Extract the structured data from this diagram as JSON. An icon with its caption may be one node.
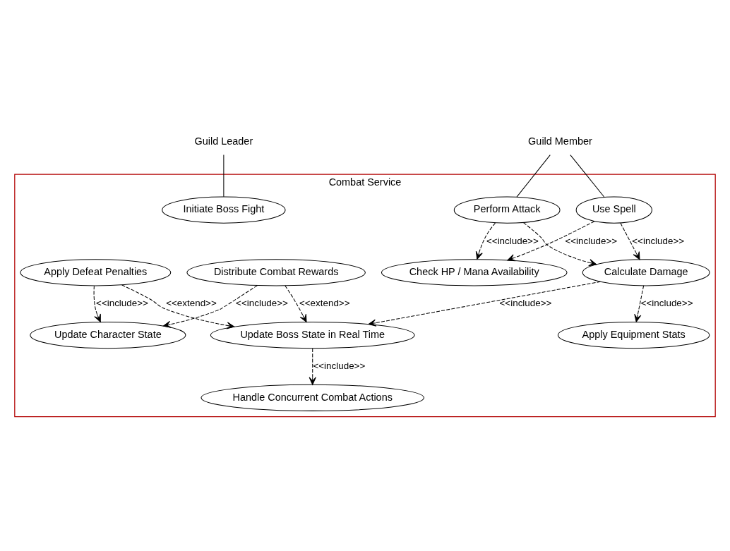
{
  "diagram": {
    "nodes": [
      {
        "text": [
          "Combat Service"
        ]
      },
      {
        "text": [
          "Guild Leader"
        ]
      },
      {
        "text": [
          "Guild Member"
        ]
      },
      {
        "text": [
          "Initiate Boss Fight"
        ],
        "in": 0
      },
      {
        "text": [
          "Perform Attack"
        ],
        "in": 0
      },
      {
        "text": [
          "Check HP / Mana Availability"
        ],
        "in": 0
      },
      {
        "text": [
          "Use Spell"
        ],
        "in": 0
      },
      {
        "text": [
          "Calculate Damage"
        ],
        "in": 0
      },
      {
        "text": [
          "Apply Equipment Stats"
        ],
        "in": 0
      },
      {
        "text": [
          "Distribute Combat Rewards"
        ],
        "in": 0
      },
      {
        "text": [
          "Update Boss State in Real Time"
        ],
        "in": 0
      },
      {
        "text": [
          "Handle Concurrent Combat Actions"
        ],
        "in": 0
      },
      {
        "text": [
          "Update Character State"
        ],
        "in": 0
      },
      {
        "text": [
          "Apply Defeat Penalties"
        ],
        "in": 0
      }
    ],
    "edges": [
      {
        "from": 1,
        "to": 3,
        "arrow": "none"
      },
      {
        "from": 2,
        "to": 4,
        "arrow": "none"
      },
      {
        "from": 2,
        "to": 6,
        "arrow": "none"
      },
      {
        "from": 4,
        "to": 5,
        "arrow": "to",
        "style": "dashed",
        "label": "<<include>>"
      },
      {
        "from": 4,
        "to": 7,
        "arrow": "to",
        "style": "dashed"
      },
      {
        "from": 6,
        "to": 5,
        "arrow": "to",
        "style": "dashed",
        "label": "<<include>>"
      },
      {
        "from": 6,
        "to": 7,
        "arrow": "to",
        "style": "dashed",
        "label": "<<include>>"
      },
      {
        "from": 7,
        "to": 8,
        "arrow": "to",
        "style": "dashed",
        "label": "<<include>>"
      },
      {
        "from": 7,
        "to": 10,
        "arrow": "to",
        "style": "dashed",
        "label": "<<include>>"
      },
      {
        "from": 9,
        "to": 10,
        "arrow": "to",
        "style": "dashed",
        "label": "<<extend>>"
      },
      {
        "from": 10,
        "to": 11,
        "arrow": "to",
        "style": "dashed",
        "label": "<<include>>"
      },
      {
        "from": 9,
        "to": 12,
        "arrow": "to",
        "style": "dashed",
        "label": "<<include>>"
      },
      {
        "from": 13,
        "to": 10,
        "arrow": "to",
        "style": "dashed",
        "label": "<<extend>>"
      },
      {
        "from": 13,
        "to": 12,
        "arrow": "to",
        "style": "dashed",
        "label": "<<include>>"
      }
    ]
  }
}
